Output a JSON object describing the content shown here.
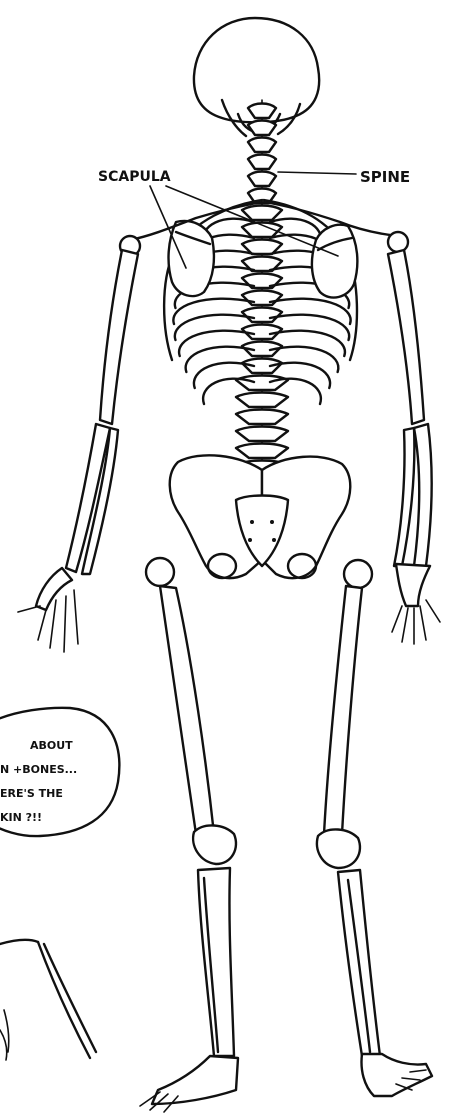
{
  "labels": {
    "scapula": "SCAPULA",
    "spine": "SPINE"
  },
  "speech_bubble": {
    "line1": "ABOUT",
    "line2": "N +BONES...",
    "line3": "ERE'S THE",
    "line4": "KIN ?!!"
  },
  "colors": {
    "ink": "#111111",
    "paper": "#ffffff"
  }
}
